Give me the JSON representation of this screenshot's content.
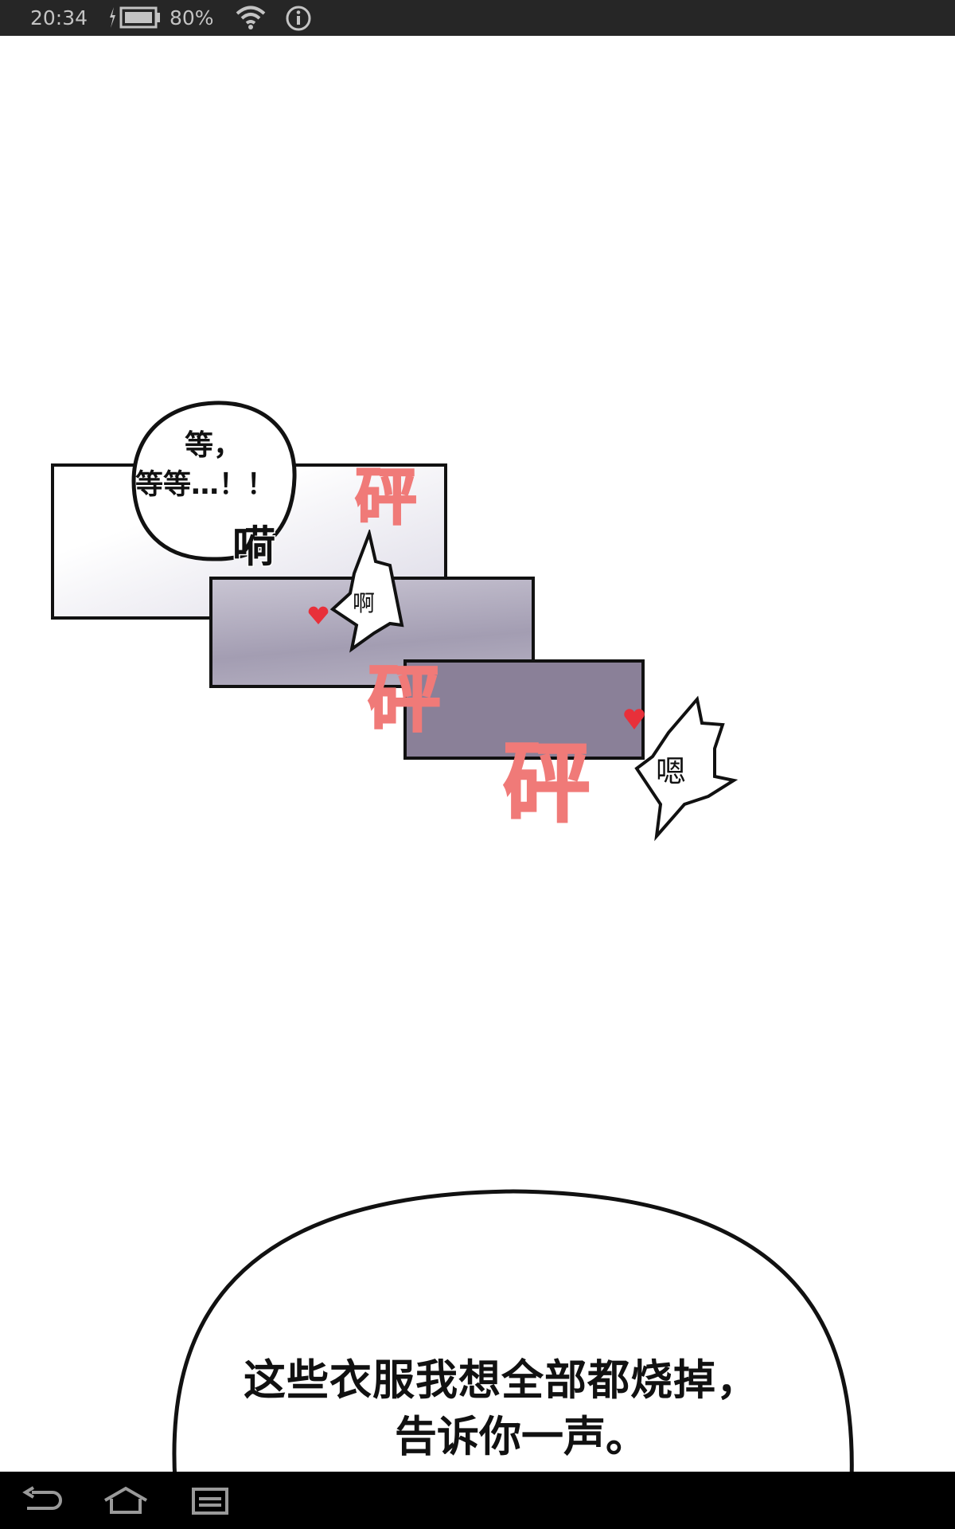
{
  "status_bar": {
    "time": "20:34",
    "battery": "80%",
    "icons": [
      "charging-icon",
      "battery-icon",
      "wifi-icon",
      "info-icon"
    ]
  },
  "comic": {
    "bubble1_line1": "等，",
    "bubble1_line2": "等等…！！",
    "sfx_gasp": "嗬",
    "sfx_bang": "砰",
    "spiky1": "啊",
    "spiky2": "嗯",
    "speech_line1": "这些衣服我想全部都烧掉，",
    "speech_line2": "告诉你一声。",
    "colors": {
      "sfx": "#f07a78",
      "heart": "#e8303a",
      "panel3": "#8a8098"
    }
  },
  "nav_bar": {
    "icons": [
      "back-icon",
      "home-icon",
      "recent-apps-icon"
    ]
  }
}
